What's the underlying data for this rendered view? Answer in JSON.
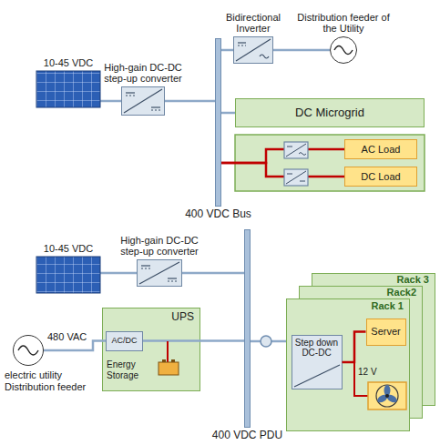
{
  "diagram": {
    "nodes": [
      {
        "text": [
          "10-45 VDC"
        ]
      },
      {
        "text": [
          "High-gain DC-DC step-up converter"
        ]
      },
      {
        "text": [
          "400 VDC Bus"
        ]
      },
      {
        "text": [
          "Bidirectional Inverter"
        ]
      },
      {
        "text": [
          "Distribution feeder of the Utility"
        ]
      },
      {
        "text": [
          "DC Microgrid"
        ]
      },
      {
        "text": [
          "AC Load"
        ]
      },
      {
        "text": [
          "DC Load"
        ]
      },
      {
        "text": [
          "10-45 VDC"
        ]
      },
      {
        "text": [
          "High-gain DC-DC step-up converter"
        ]
      },
      {
        "text": [
          "400 VDC PDU"
        ]
      },
      {
        "text": [
          "electric utility Distribution feeder"
        ]
      },
      {
        "text": [
          "UPS",
          "Energy Storage"
        ]
      },
      {
        "text": [
          "AC/DC"
        ],
        "in": 12
      },
      {
        "text": [
          "Rack 3"
        ]
      },
      {
        "text": [
          "Rack2"
        ]
      },
      {
        "text": [
          "Rack 1"
        ]
      },
      {
        "text": [
          "Step down DC-DC"
        ],
        "in": 16
      },
      {
        "text": [
          "Server"
        ],
        "in": 16
      }
    ],
    "edges": [
      {
        "from": 0,
        "to": 1,
        "arrow": "none"
      },
      {
        "from": 1,
        "to": 2,
        "arrow": "none"
      },
      {
        "from": 2,
        "to": 3,
        "arrow": "none"
      },
      {
        "from": 3,
        "to": 4,
        "arrow": "none"
      },
      {
        "from": 2,
        "to": 5,
        "arrow": "none"
      },
      {
        "from": 2,
        "to": 6,
        "arrow": "none"
      },
      {
        "from": 2,
        "to": 7,
        "arrow": "none"
      },
      {
        "from": 8,
        "to": 9,
        "arrow": "none"
      },
      {
        "from": 9,
        "to": 10,
        "arrow": "none"
      },
      {
        "from": 11,
        "to": 13,
        "arrow": "none"
      },
      {
        "from": 13,
        "to": 10,
        "arrow": "none"
      },
      {
        "from": 10,
        "to": 16,
        "arrow": "none"
      },
      {
        "from": 17,
        "to": 18,
        "arrow": "none"
      }
    ],
    "labels": [
      "480 VAC",
      "12 V"
    ]
  }
}
